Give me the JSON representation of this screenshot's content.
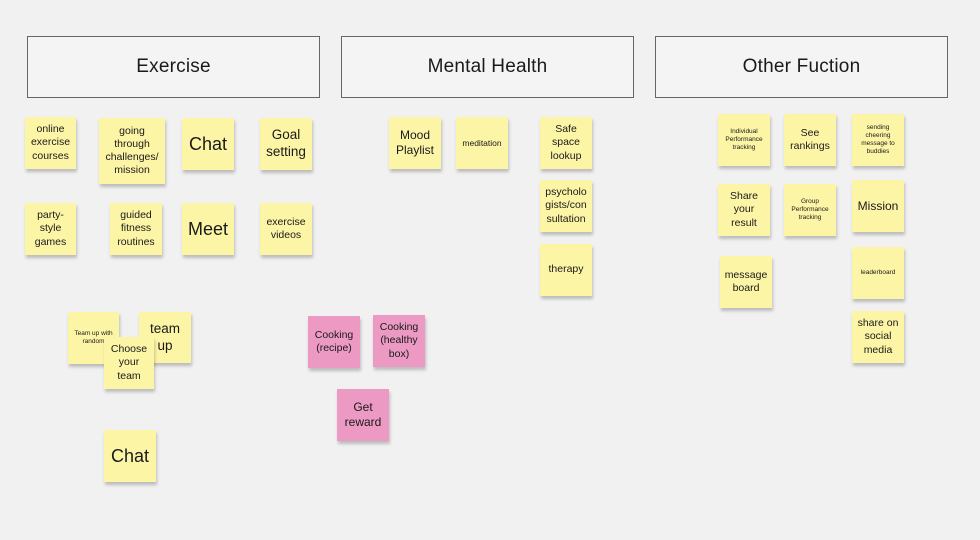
{
  "headers": {
    "exercise": "Exercise",
    "mental": "Mental Health",
    "other": "Other Fuction"
  },
  "colors": {
    "yellow": "#fdf5a6",
    "pink": "#ec99c3",
    "background": "#f1f1f1"
  },
  "notes": {
    "online_courses": "online exercise courses",
    "challenges": "going through challenges/ mission",
    "chat1": "Chat",
    "goal": "Goal setting",
    "party": "party-style games",
    "guided": "guided fitness routines",
    "meet": "Meet",
    "videos": "exercise videos",
    "teamup_random": "Team up with random",
    "team_up": "team up",
    "choose_team": "Choose your team",
    "chat2": "Chat",
    "mood": "Mood Playlist",
    "meditation": "meditation",
    "safe_space": "Safe space lookup",
    "psych": "psycholo gists/con sultation",
    "therapy": "therapy",
    "cooking_recipe": "Cooking (recipe)",
    "cooking_box": "Cooking (healthy box)",
    "reward": "Get reward",
    "indiv_perf": "Individual Performance tracking",
    "rankings": "See rankings",
    "cheering": "sending cheering message to buddies",
    "share_result": "Share your result",
    "group_perf": "Group Performance tracking",
    "mission": "Mission",
    "message_board": "message board",
    "leaderboard": "leaderboard",
    "share_social": "share on social media"
  }
}
